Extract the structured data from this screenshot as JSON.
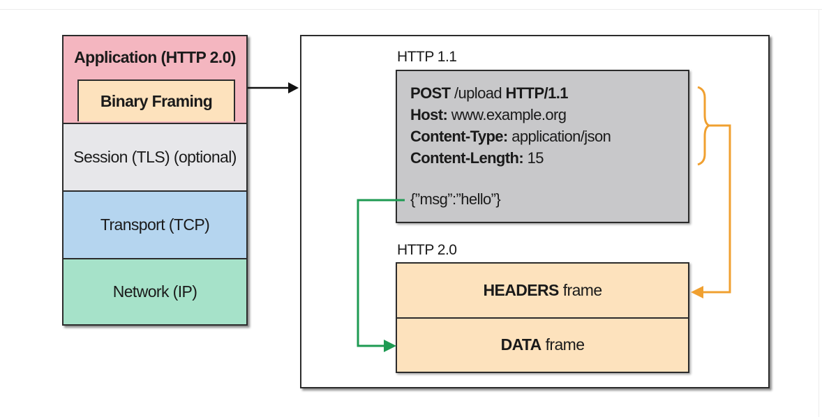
{
  "stack": {
    "application": "Application (HTTP 2.0)",
    "binary_framing": "Binary Framing",
    "session": "Session (TLS) (optional)",
    "transport": "Transport (TCP)",
    "network": "Network (IP)"
  },
  "http11": {
    "label": "HTTP 1.1",
    "request_line": {
      "method": "POST",
      "path": "/upload",
      "version": "HTTP/1.1"
    },
    "headers": [
      {
        "name": "Host:",
        "value": "www.example.org"
      },
      {
        "name": "Content-Type:",
        "value": "application/json"
      },
      {
        "name": "Content-Length:",
        "value": "15"
      }
    ],
    "body": "{”msg”:”hello”}"
  },
  "http2": {
    "label": "HTTP 2.0",
    "headers_frame": {
      "bold": "HEADERS",
      "rest": "frame"
    },
    "data_frame": {
      "bold": "DATA",
      "rest": "frame"
    }
  },
  "colors": {
    "application": "#f4b6c0",
    "binary_framing": "#fde2bd",
    "session": "#e7e7ea",
    "transport": "#b5d5ef",
    "network": "#a6e2c9",
    "http11_box": "#c8c8ca",
    "headers_arrow": "#f0a030",
    "data_arrow": "#1e9a52"
  }
}
